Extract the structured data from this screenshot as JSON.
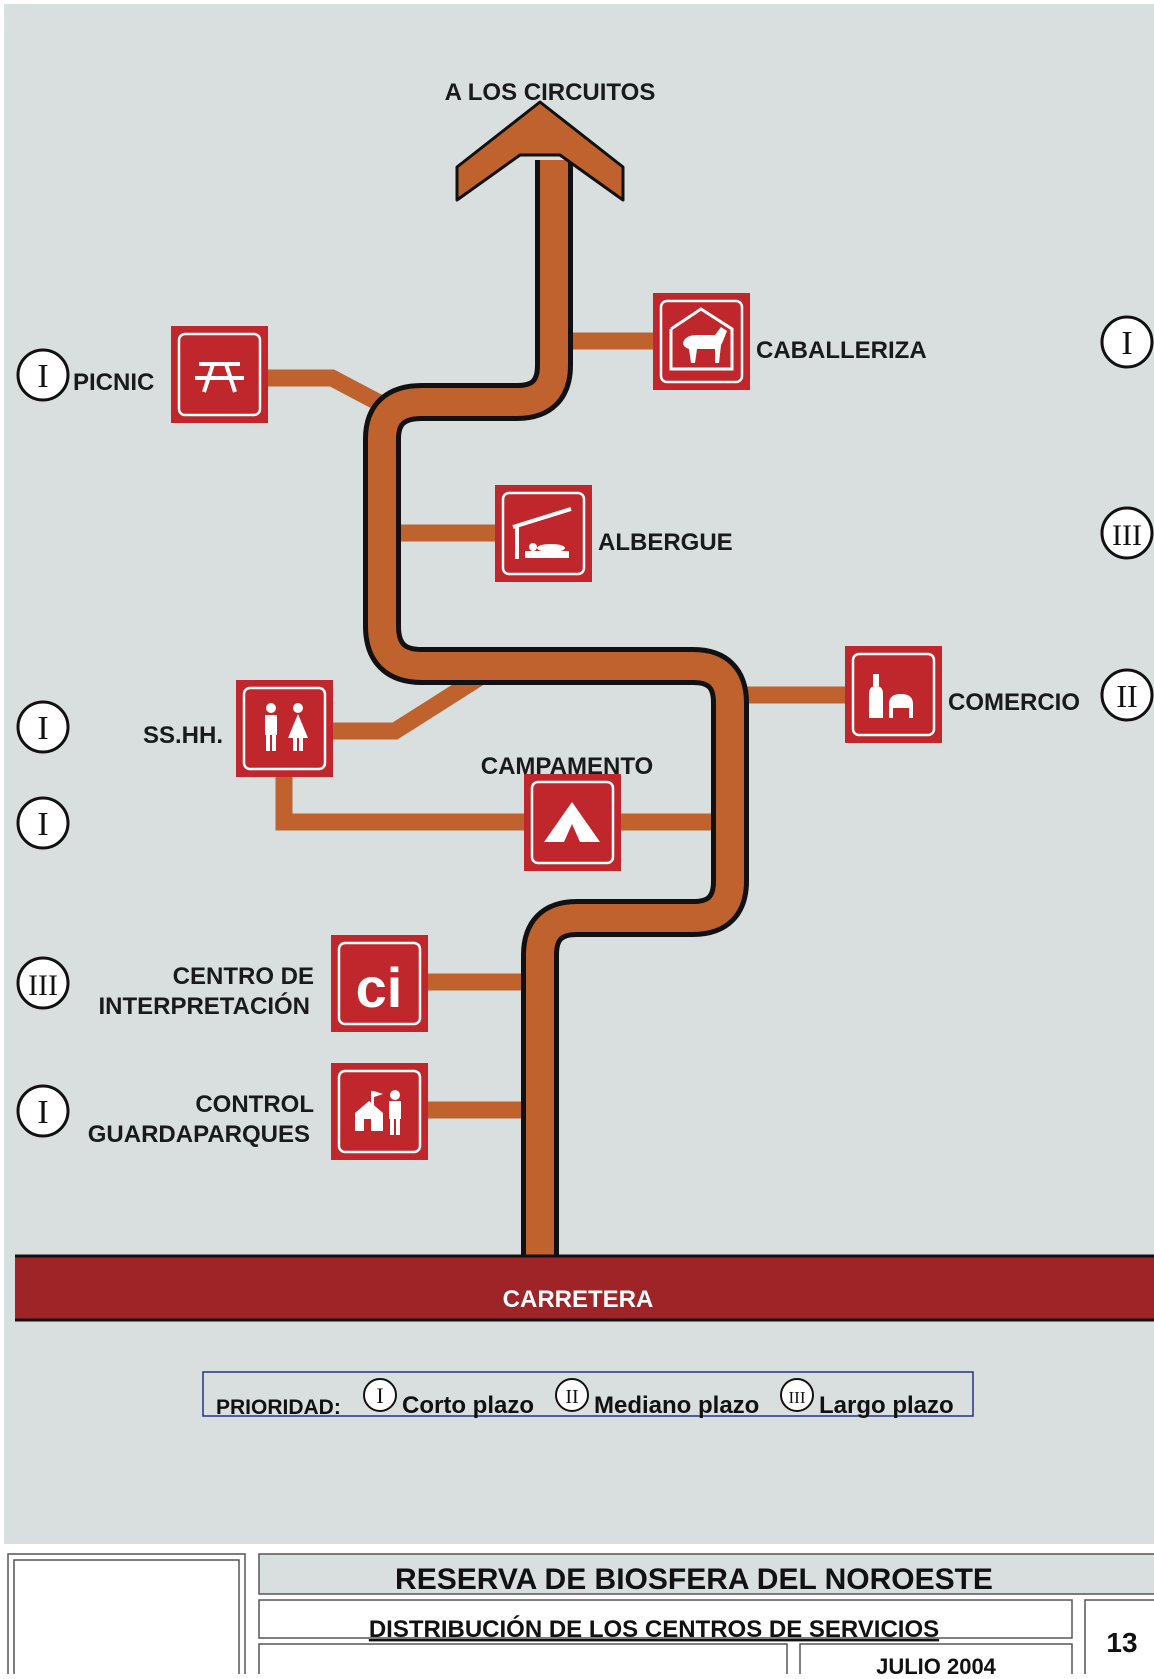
{
  "diagram": {
    "top_label": "A LOS CIRCUITOS",
    "road_label": "CARRETERA",
    "colors": {
      "background": "#d9dedf",
      "path": "#c0622d",
      "path_outline": "#111111",
      "icon_box": "#c0272d",
      "road": "#9e2427"
    },
    "services": [
      {
        "label": "PICNIC",
        "icon": "picnic-table-icon",
        "priority": "I"
      },
      {
        "label": "CABALLERIZA",
        "icon": "horse-stable-icon",
        "priority": "I"
      },
      {
        "label": "ALBERGUE",
        "icon": "shelter-bed-icon",
        "priority": "III"
      },
      {
        "label": "COMERCIO",
        "icon": "shop-bottle-icon",
        "priority": "II"
      },
      {
        "label": "SS.HH.",
        "icon": "restroom-icon",
        "priority": "I"
      },
      {
        "label": "CAMPAMENTO",
        "icon": "tent-icon",
        "priority": "I"
      },
      {
        "label_lines": [
          "CENTRO DE",
          "INTERPRETACIÓN"
        ],
        "icon": "ci-info-icon",
        "priority": "III"
      },
      {
        "label_lines": [
          "CONTROL",
          "GUARDAPARQUES"
        ],
        "icon": "ranger-station-icon",
        "priority": "I"
      }
    ]
  },
  "legend": {
    "title": "PRIORIDAD:",
    "items": [
      {
        "symbol": "I",
        "text": "Corto plazo"
      },
      {
        "symbol": "II",
        "text": "Mediano plazo"
      },
      {
        "symbol": "III",
        "text": "Largo plazo"
      }
    ]
  },
  "title_block": {
    "reserve": "RESERVA DE BIOSFERA DEL NOROESTE",
    "subtitle": "DISTRIBUCIÓN DE LOS CENTROS DE SERVICIOS",
    "date": "JULIO 2004",
    "sheet": "13"
  }
}
